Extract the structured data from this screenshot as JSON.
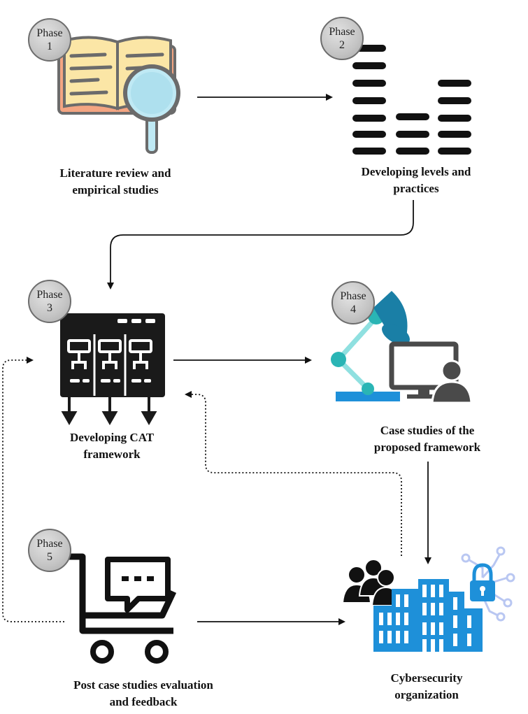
{
  "phases": [
    {
      "label": "Phase",
      "number": "1",
      "caption_lines": [
        "Literature review and",
        "empirical studies"
      ]
    },
    {
      "label": "Phase",
      "number": "2",
      "caption_lines": [
        "Developing levels and",
        "practices"
      ]
    },
    {
      "label": "Phase",
      "number": "3",
      "caption_lines": [
        "Developing CAT",
        "framework"
      ]
    },
    {
      "label": "Phase",
      "number": "4",
      "caption_lines": [
        "Case studies of the",
        "proposed framework"
      ]
    },
    {
      "label": "Phase",
      "number": "5",
      "caption_lines": [
        "Post case studies evaluation",
        "and feedback"
      ]
    }
  ],
  "organization": {
    "caption_lines": [
      "Cybersecurity",
      "organization"
    ]
  },
  "icons": {
    "phase1": "book-magnifier-icon",
    "phase2": "levels-bars-icon",
    "phase3": "framework-flowchart-icon",
    "phase4": "desk-lamp-computer-user-icon",
    "phase5": "cart-chat-feedback-icon",
    "organization": "building-people-lock-icon"
  },
  "colors": {
    "accent_blue": "#1e90d9",
    "teal": "#2ab5b5",
    "book_yellow": "#fbe6a6",
    "book_orange": "#f4a582"
  }
}
